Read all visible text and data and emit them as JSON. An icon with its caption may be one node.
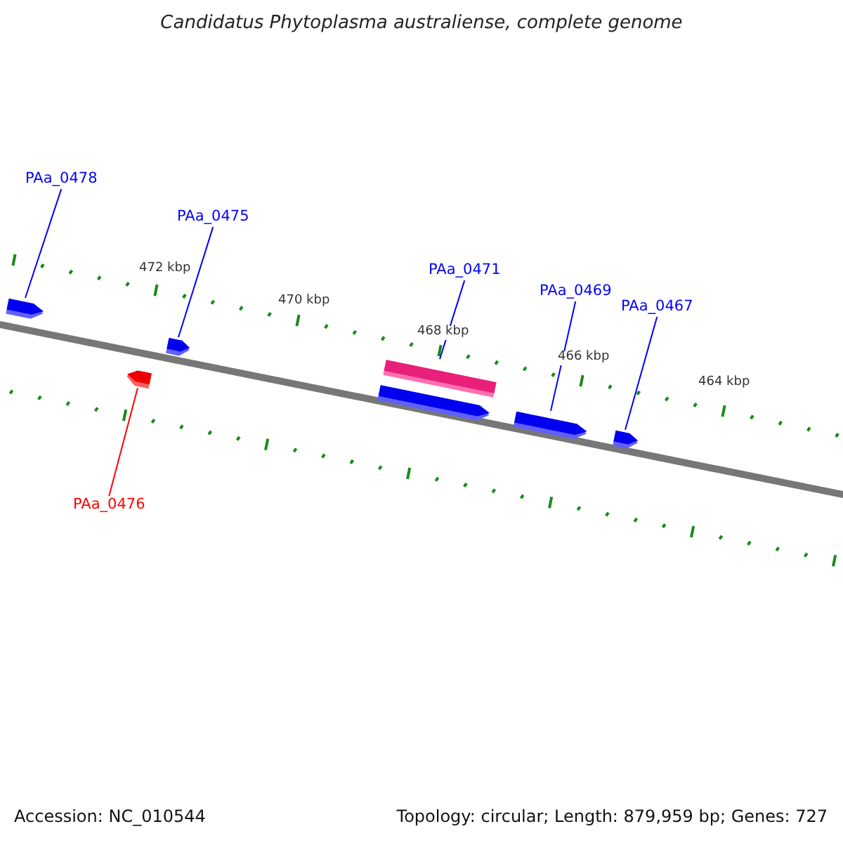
{
  "diagram": {
    "title": "Candidatus Phytoplasma australiense, complete genome",
    "nodes": [
      {
        "text": [
          "PAa_0478"
        ]
      },
      {
        "text": [
          "PAa_0475"
        ]
      },
      {
        "text": [
          "PAa_0471"
        ]
      },
      {
        "text": [
          "PAa_0469"
        ]
      },
      {
        "text": [
          "PAa_0467"
        ]
      },
      {
        "text": [
          "PAa_0476"
        ]
      },
      {
        "text": [],
        "shape": "pentagon"
      },
      {
        "text": [],
        "shape": "pentagon"
      },
      {
        "text": [],
        "shape": "pentagon"
      },
      {
        "text": [],
        "shape": "bar"
      },
      {
        "text": [],
        "shape": "pentagon"
      },
      {
        "text": [],
        "shape": "pentagon"
      },
      {
        "text": [],
        "shape": "pentagon"
      }
    ],
    "edges": [
      {
        "from": 0,
        "to": 6,
        "arrow": "none"
      },
      {
        "from": 1,
        "to": 7,
        "arrow": "none"
      },
      {
        "from": 5,
        "to": 8,
        "arrow": "none",
        "color": "#ff0000"
      },
      {
        "from": 2,
        "to": 9,
        "arrow": "none"
      },
      {
        "from": 3,
        "to": 11,
        "arrow": "none"
      },
      {
        "from": 4,
        "to": 12,
        "arrow": "none"
      }
    ],
    "labels": [
      "472 kbp",
      "470 kbp",
      "468 kbp",
      "466 kbp",
      "464 kbp",
      "Accession: NC_010544",
      "Topology: circular; Length: 879,959 bp; Genes: 727"
    ]
  }
}
